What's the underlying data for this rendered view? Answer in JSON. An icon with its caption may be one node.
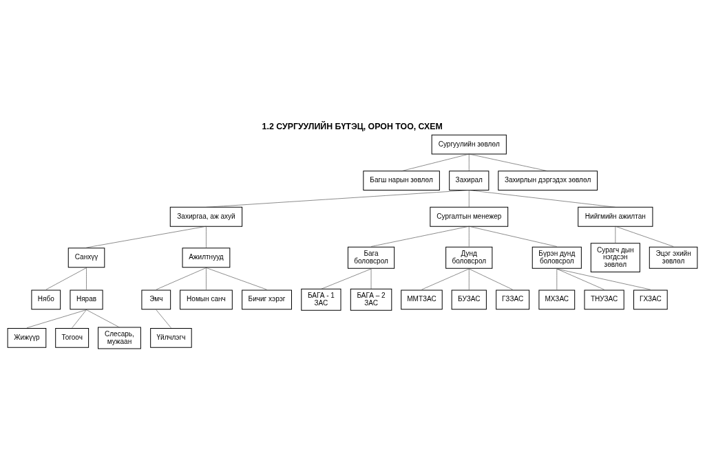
{
  "diagram": {
    "title": "1.2 СУРГУУЛИЙН БҮТЭЦ, ОРОН ТОО, СХЕМ",
    "nodes": [
      {
        "text": [
          "Сургуулийн зөвлөл"
        ]
      },
      {
        "text": [
          "Багш нарын зөвлөл"
        ]
      },
      {
        "text": [
          "Захирал"
        ]
      },
      {
        "text": [
          "Захирлын дэргэдэх зөвлөл"
        ]
      },
      {
        "text": [
          "Захиргаа, аж ахуй"
        ]
      },
      {
        "text": [
          "Сургалтын менежер"
        ]
      },
      {
        "text": [
          "Нийгмийн ажилтан"
        ]
      },
      {
        "text": [
          "Санхүү"
        ]
      },
      {
        "text": [
          "Ажилтнууд"
        ]
      },
      {
        "text": [
          "Бага боловсрол"
        ]
      },
      {
        "text": [
          "Дунд боловсрол"
        ]
      },
      {
        "text": [
          "Бүрэн дунд боловсрол"
        ]
      },
      {
        "text": [
          "Сурагч дын нэгдсэн зөвлөл"
        ]
      },
      {
        "text": [
          "Эцэг эхийн зөвлөл"
        ]
      },
      {
        "text": [
          "Нябо"
        ]
      },
      {
        "text": [
          "Нярав"
        ]
      },
      {
        "text": [
          "Эмч"
        ]
      },
      {
        "text": [
          "Номын санч"
        ]
      },
      {
        "text": [
          "Бичиг хэрэг"
        ]
      },
      {
        "text": [
          "БАГА - 1 ЗАС"
        ]
      },
      {
        "text": [
          "ММТЗАС"
        ]
      },
      {
        "text": [
          "МХЗАС"
        ]
      },
      {
        "text": [
          "Жижүүр"
        ]
      },
      {
        "text": [
          "Тогооч"
        ]
      },
      {
        "text": [
          "Үйлчлэгч"
        ]
      },
      {
        "text": [
          "БУЗАС"
        ]
      },
      {
        "text": [
          "ТНУЗАС"
        ]
      },
      {
        "text": [
          "БАГА – 2 ЗАС"
        ]
      },
      {
        "text": [
          "ГЗЗАС"
        ]
      },
      {
        "text": [
          "ГХЗАС"
        ]
      },
      {
        "text": [
          "Слесарь, мужаан"
        ]
      }
    ],
    "edges": [
      {
        "from": 0,
        "to": 1,
        "arrow": "none"
      },
      {
        "from": 0,
        "to": 2,
        "arrow": "none"
      },
      {
        "from": 0,
        "to": 3,
        "arrow": "none"
      },
      {
        "from": 2,
        "to": 4,
        "arrow": "none"
      },
      {
        "from": 2,
        "to": 5,
        "arrow": "none"
      },
      {
        "from": 2,
        "to": 6,
        "arrow": "none"
      },
      {
        "from": 4,
        "to": 7,
        "arrow": "none"
      },
      {
        "from": 4,
        "to": 8,
        "arrow": "none"
      },
      {
        "from": 5,
        "to": 9,
        "arrow": "none"
      },
      {
        "from": 5,
        "to": 10,
        "arrow": "none"
      },
      {
        "from": 5,
        "to": 11,
        "arrow": "none"
      },
      {
        "from": 6,
        "to": 12,
        "arrow": "none"
      },
      {
        "from": 6,
        "to": 13,
        "arrow": "none"
      },
      {
        "from": 7,
        "to": 14,
        "arrow": "none"
      },
      {
        "from": 7,
        "to": 15,
        "arrow": "none"
      },
      {
        "from": 8,
        "to": 16,
        "arrow": "none"
      },
      {
        "from": 8,
        "to": 17,
        "arrow": "none"
      },
      {
        "from": 8,
        "to": 18,
        "arrow": "none"
      },
      {
        "from": 15,
        "to": 22,
        "arrow": "none"
      },
      {
        "from": 15,
        "to": 30,
        "arrow": "none"
      },
      {
        "from": 15,
        "to": 23,
        "arrow": "none"
      },
      {
        "from": 16,
        "to": 24,
        "arrow": "none"
      },
      {
        "from": 9,
        "to": 19,
        "arrow": "none"
      },
      {
        "from": 9,
        "to": 27,
        "arrow": "none"
      },
      {
        "from": 10,
        "to": 20,
        "arrow": "none"
      },
      {
        "from": 10,
        "to": 25,
        "arrow": "none"
      },
      {
        "from": 10,
        "to": 28,
        "arrow": "none"
      },
      {
        "from": 11,
        "to": 21,
        "arrow": "none"
      },
      {
        "from": 11,
        "to": 26,
        "arrow": "none"
      },
      {
        "from": 11,
        "to": 29,
        "arrow": "none"
      }
    ]
  }
}
